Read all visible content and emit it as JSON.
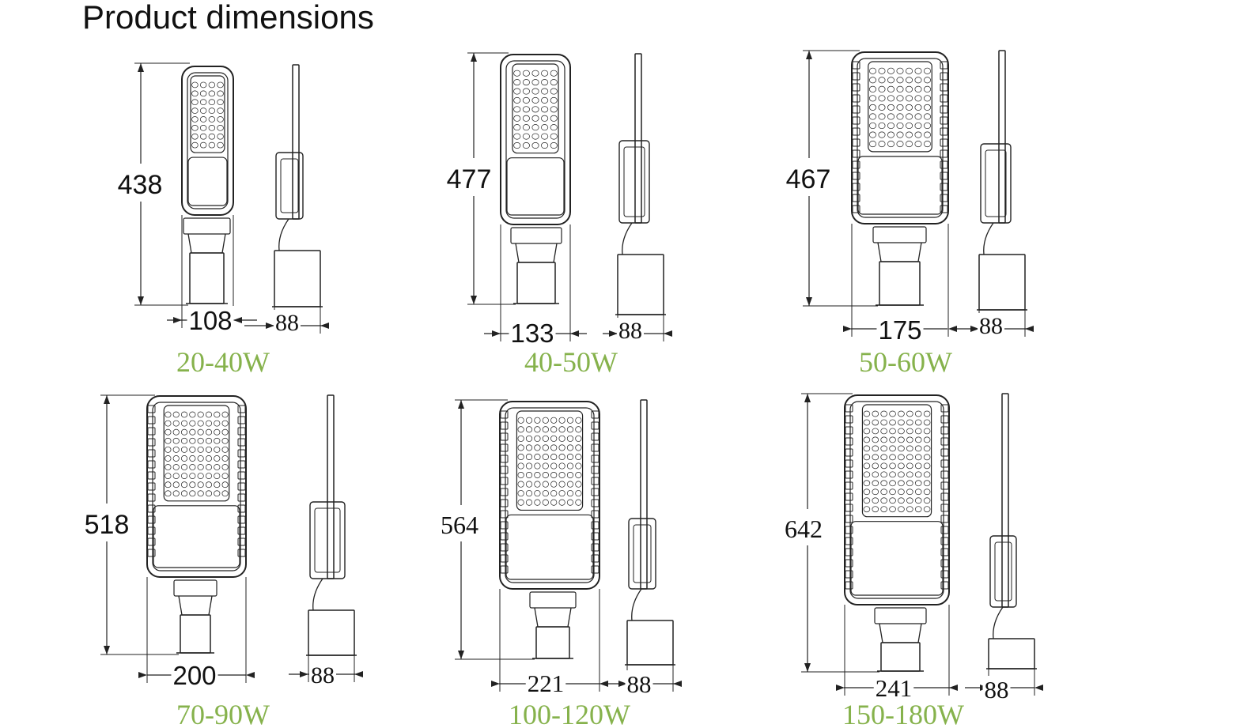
{
  "title": "Product dimensions",
  "colors": {
    "line": "#222222",
    "wattage": "#86b24c",
    "text": "#111111"
  },
  "products": [
    {
      "wattage": "20-40W",
      "height": "438",
      "width": "108",
      "depth": "88"
    },
    {
      "wattage": "40-50W",
      "height": "477",
      "width": "133",
      "depth": "88"
    },
    {
      "wattage": "50-60W",
      "height": "467",
      "width": "175",
      "depth": "88"
    },
    {
      "wattage": "70-90W",
      "height": "518",
      "width": "200",
      "depth": "88"
    },
    {
      "wattage": "100-120W",
      "height": "564",
      "width": "221",
      "depth": "88"
    },
    {
      "wattage": "150-180W",
      "height": "642",
      "width": "241",
      "depth": "88"
    }
  ]
}
